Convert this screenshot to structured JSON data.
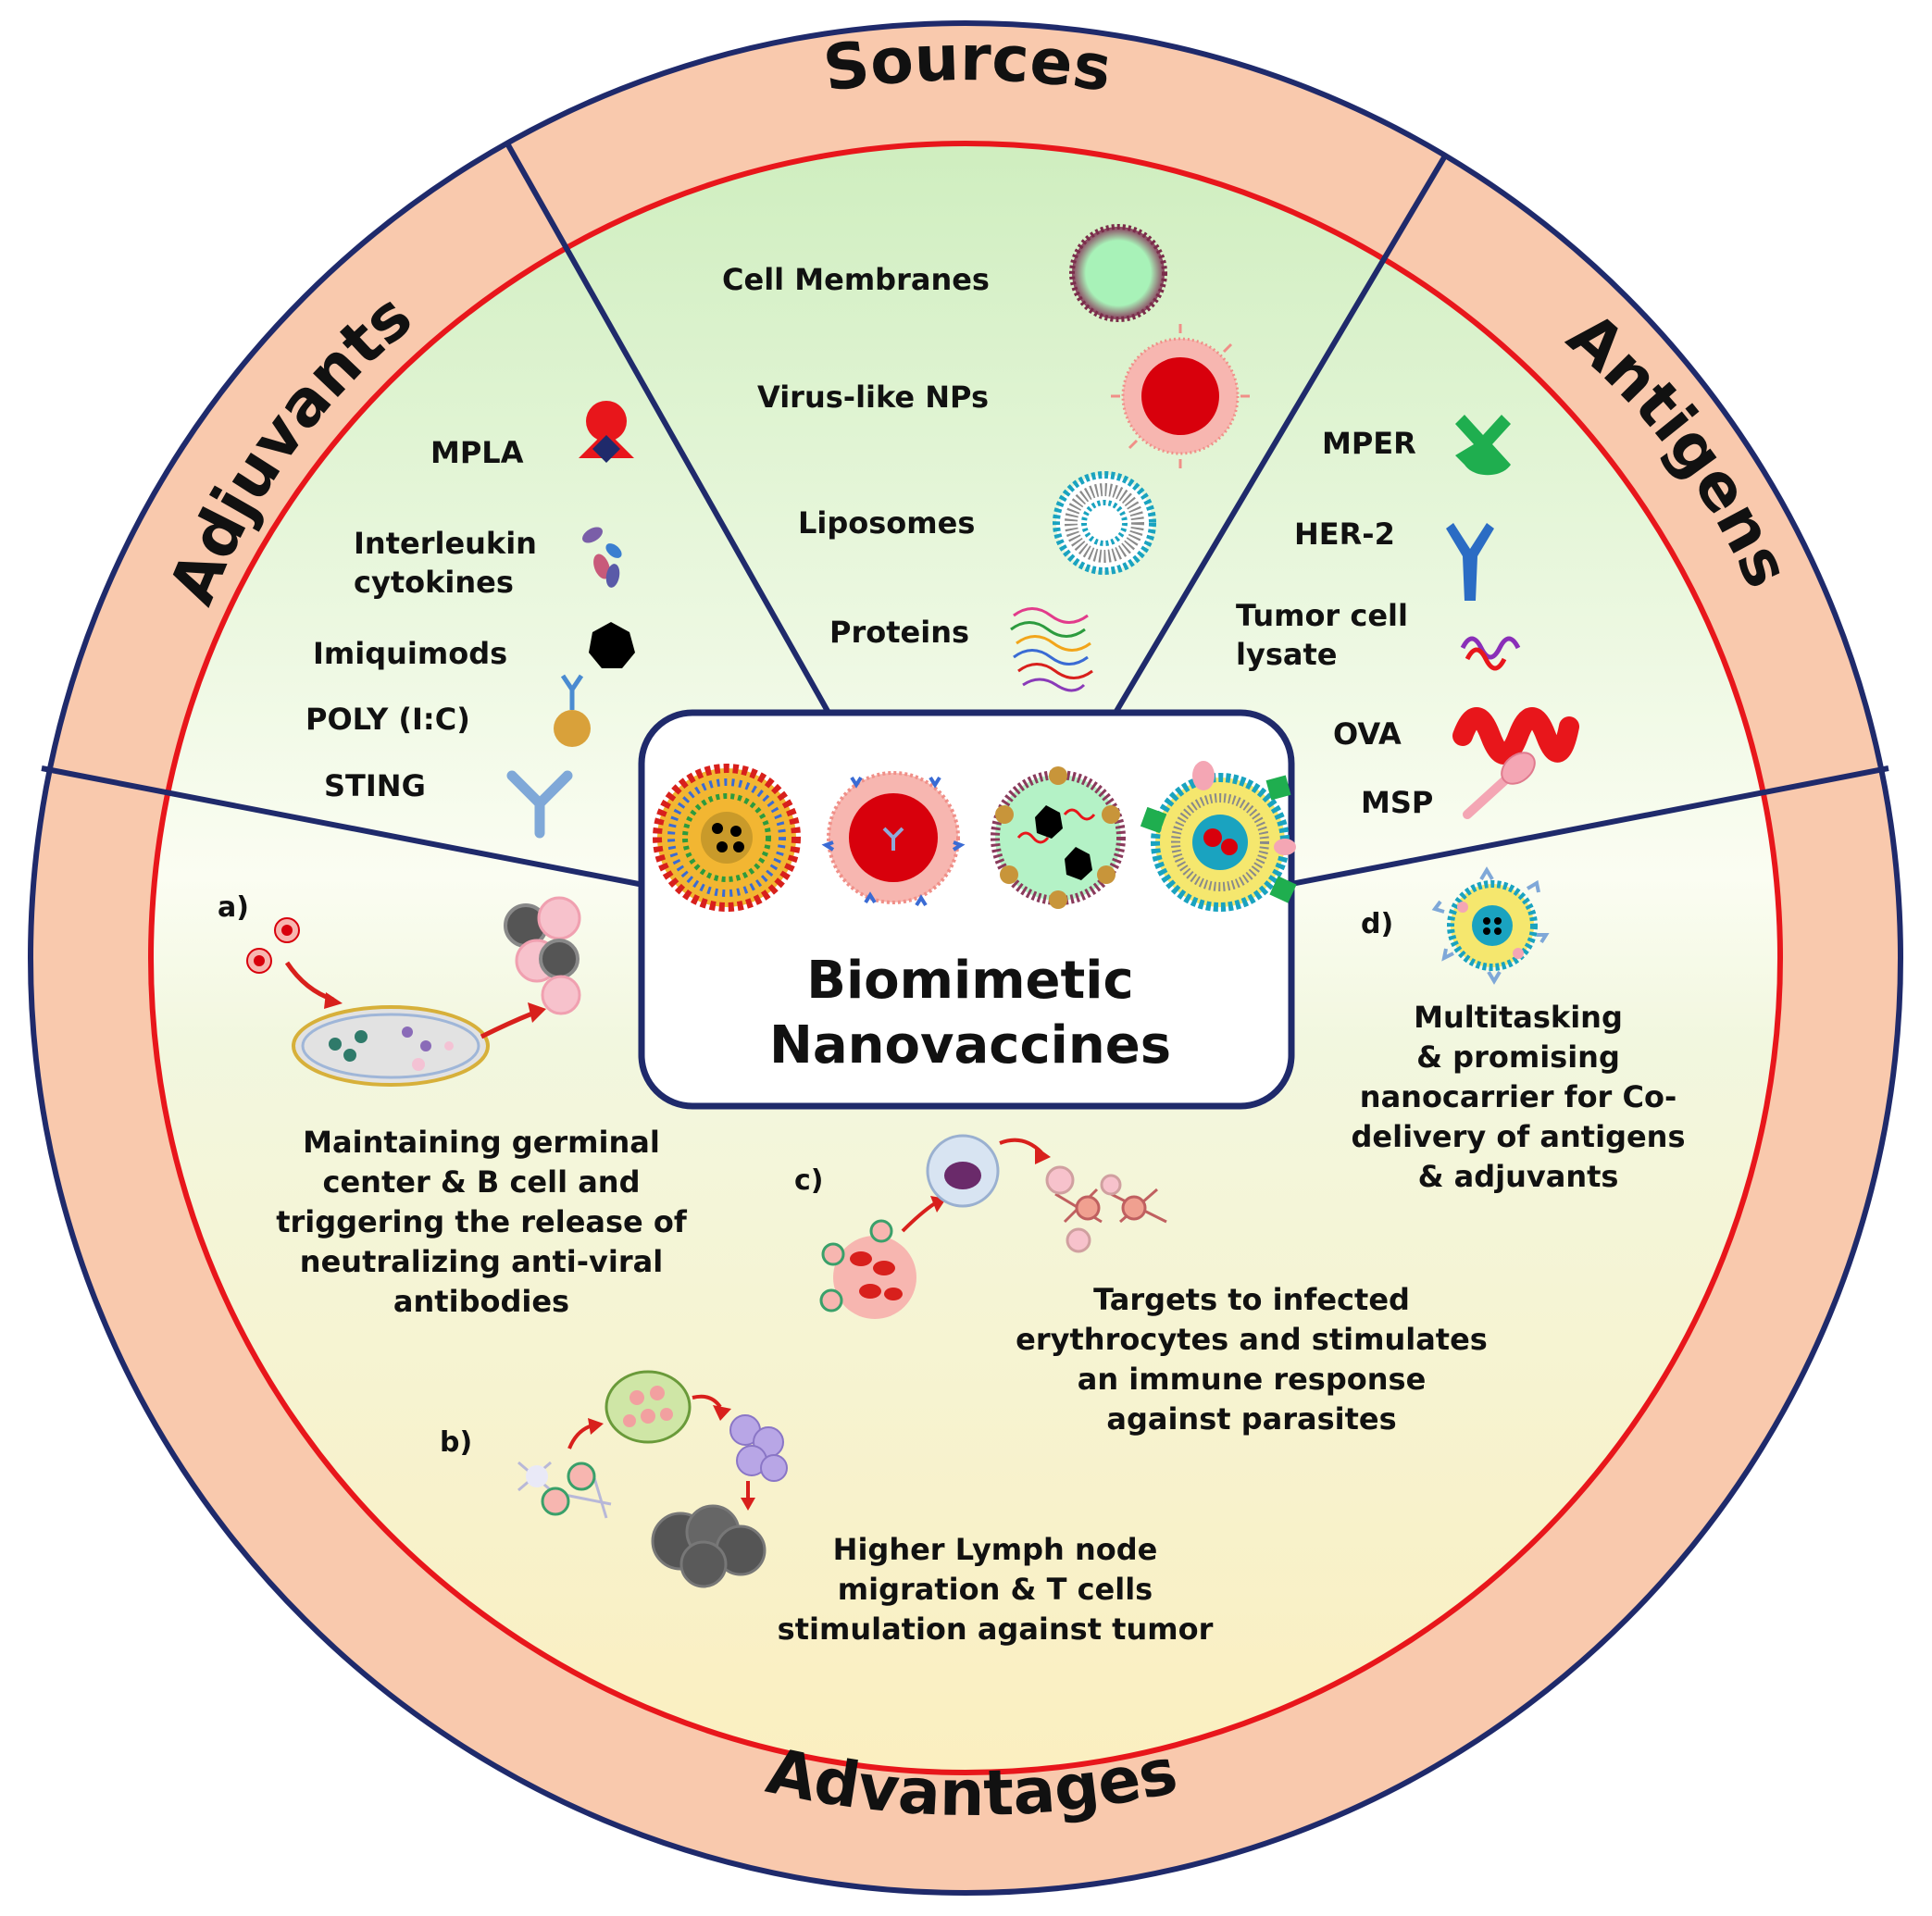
{
  "sector_titles": {
    "sources": "Sources",
    "adjuvants": "Adjuvants",
    "antigens": "Antigens",
    "advantages": "Advantages"
  },
  "center": {
    "line1": "Biomimetic",
    "line2": "Nanovaccines"
  },
  "sources": {
    "items": [
      "Cell Membranes",
      "Virus-like NPs",
      "Liposomes",
      "Proteins"
    ]
  },
  "adjuvants": {
    "items": [
      "MPLA",
      "Interleukin",
      "cytokines",
      "Imiquimods",
      "POLY (I:C)",
      "STING"
    ]
  },
  "antigens": {
    "items": [
      "MPER",
      "HER-2",
      "Tumor cell",
      "lysate",
      "OVA",
      "MSP"
    ]
  },
  "advantages": {
    "a": {
      "mark": "a)",
      "lines": [
        "Maintaining germinal",
        "center & B cell and",
        "triggering the release of",
        "neutralizing anti-viral",
        "antibodies"
      ]
    },
    "b": {
      "mark": "b)",
      "lines": [
        "Higher Lymph node",
        "migration & T cells",
        "stimulation against tumor"
      ]
    },
    "c": {
      "mark": "c)",
      "lines": [
        "Targets to infected",
        "erythrocytes and stimulates",
        "an immune response",
        "against parasites"
      ]
    },
    "d": {
      "mark": "d)",
      "lines": [
        "Multitasking",
        "& promising",
        "nanocarrier for  Co-",
        "delivery of antigens",
        "& adjuvants"
      ]
    }
  },
  "colors": {
    "outer_ring": "#f9c9ad",
    "ring_border": "#1f2a6b",
    "red_circle": "#e8161b",
    "inner_fill_top": "#d7efc6",
    "inner_fill_bottom": "#fbf3c9"
  }
}
